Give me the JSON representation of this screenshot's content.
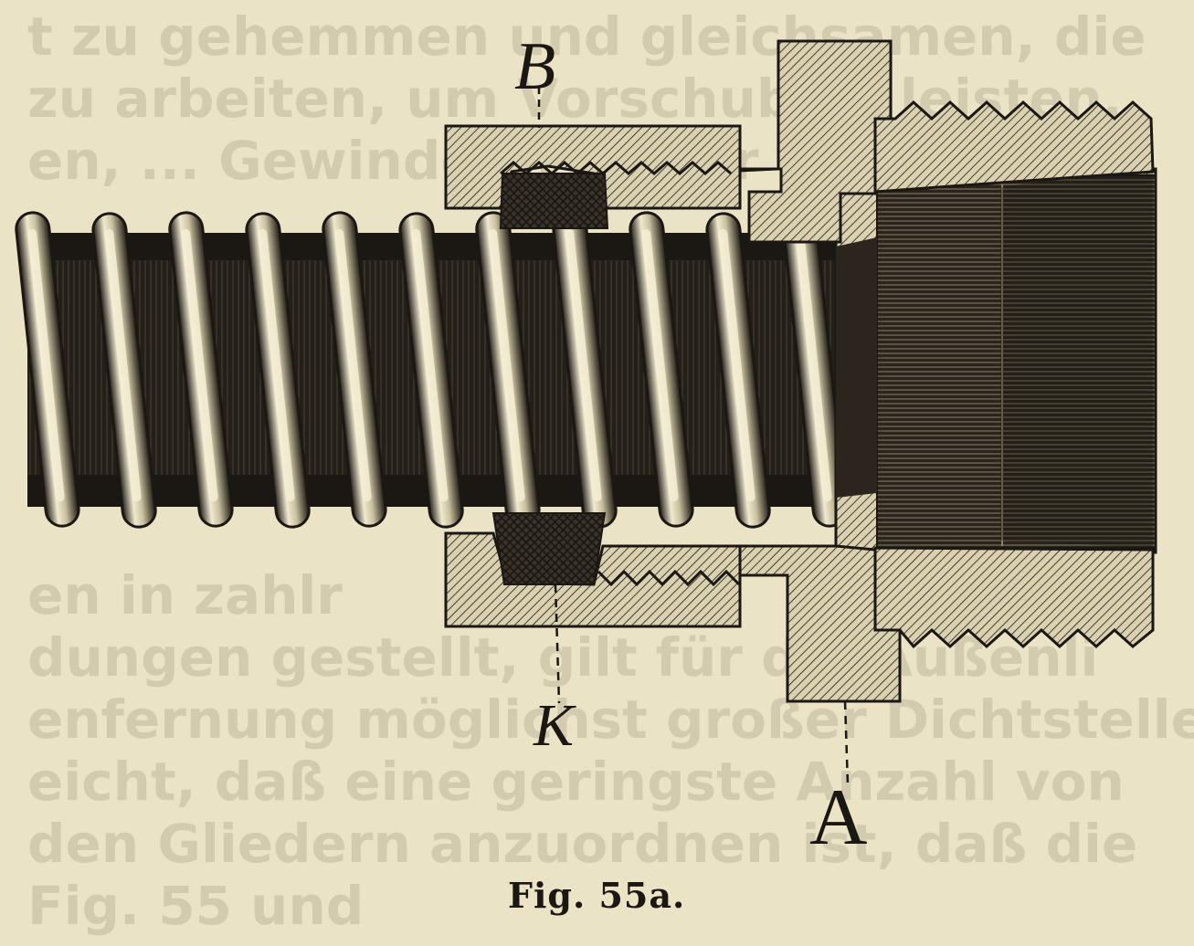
{
  "figure": {
    "caption": "Fig. 55a.",
    "labels": {
      "b": "B",
      "k": "K",
      "a": "A"
    },
    "colors": {
      "paper": "#eae3c5",
      "ink": "#1b1712",
      "hatch_light": "#d9d1b0",
      "background_text": "#b8b096"
    }
  },
  "background_text": {
    "lines": [
      "t zu gehemmen und gleichsamen, die",
      "zu arbeiten, um Vorschub zu leisten,",
      "en, ... Gewinde ... ferner Rücksi",
      "",
      "",
      "",
      "",
      "",
      "",
      "en in zahlr",
      "dungen gestellt, gilt für die Außenli",
      "enfernung möglichst großer Dichtstelle",
      "eicht, daß eine geringste Anzahl von",
      "den Gliedern anzuordnen ist, daß die",
      "                                  Fig. 55 und"
    ]
  }
}
